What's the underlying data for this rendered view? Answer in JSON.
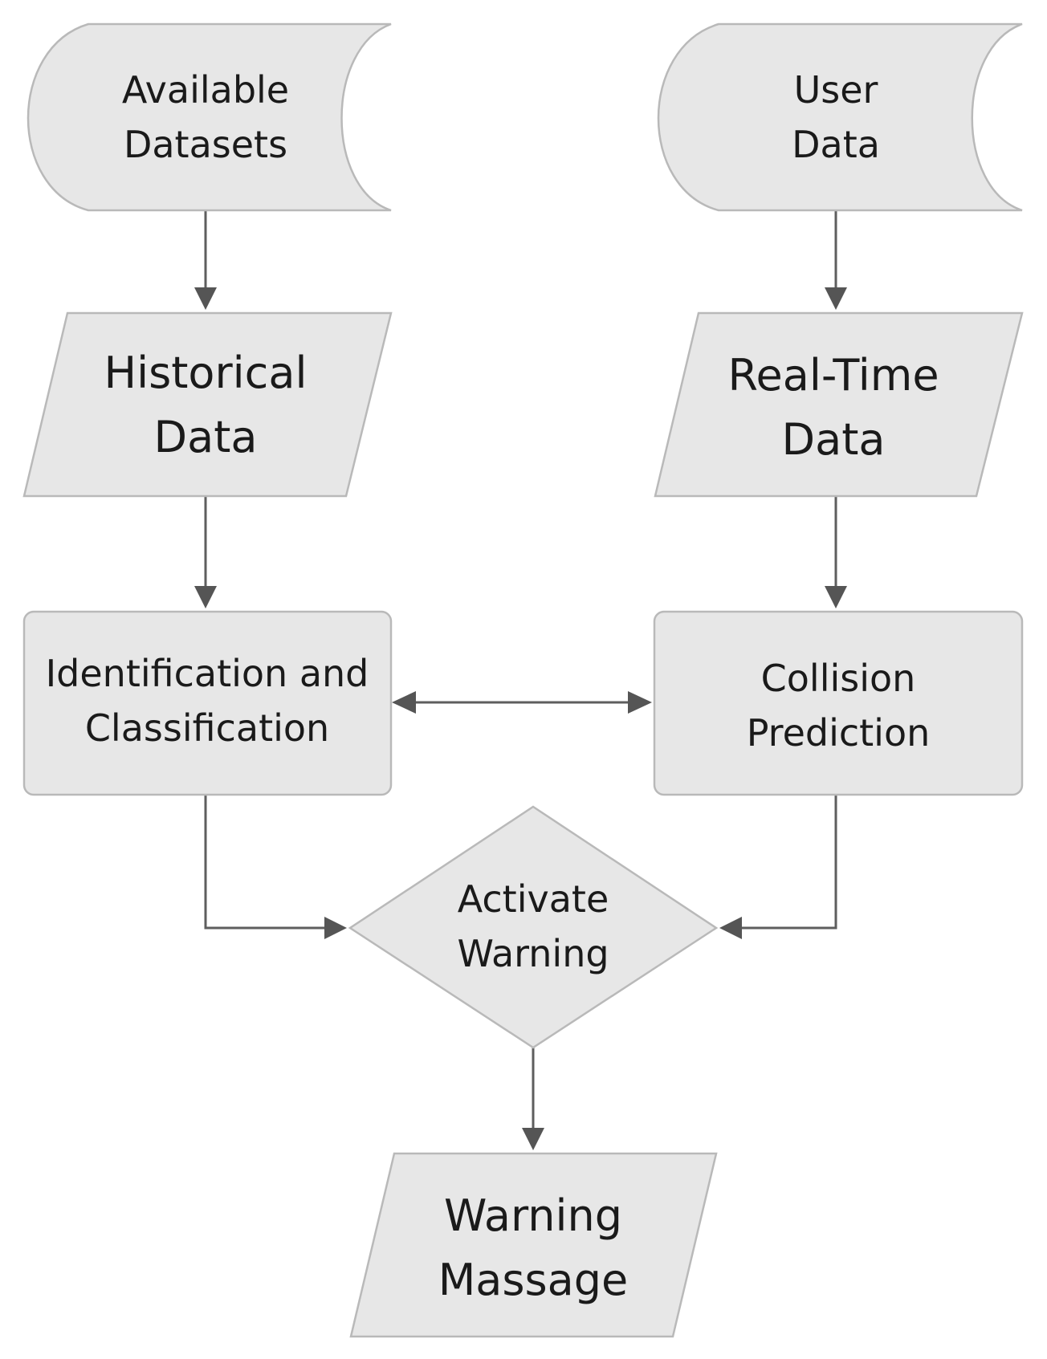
{
  "nodes": {
    "available_datasets": {
      "line1": "Available",
      "line2": "Datasets"
    },
    "user_data": {
      "line1": "User",
      "line2": "Data"
    },
    "historical_data": {
      "line1": "Historical",
      "line2": "Data"
    },
    "real_time_data": {
      "line1": "Real-Time",
      "line2": "Data"
    },
    "identification": {
      "line1": "Identification and",
      "line2": "Classification"
    },
    "collision": {
      "line1": "Collision",
      "line2": "Prediction"
    },
    "activate_warning": {
      "line1": "Activate",
      "line2": "Warning"
    },
    "warning_message": {
      "line1": "Warning",
      "line2": "Massage"
    }
  },
  "colors": {
    "fill": "#e7e7e7",
    "stroke": "#b9b9b9",
    "arrow": "#555555"
  }
}
